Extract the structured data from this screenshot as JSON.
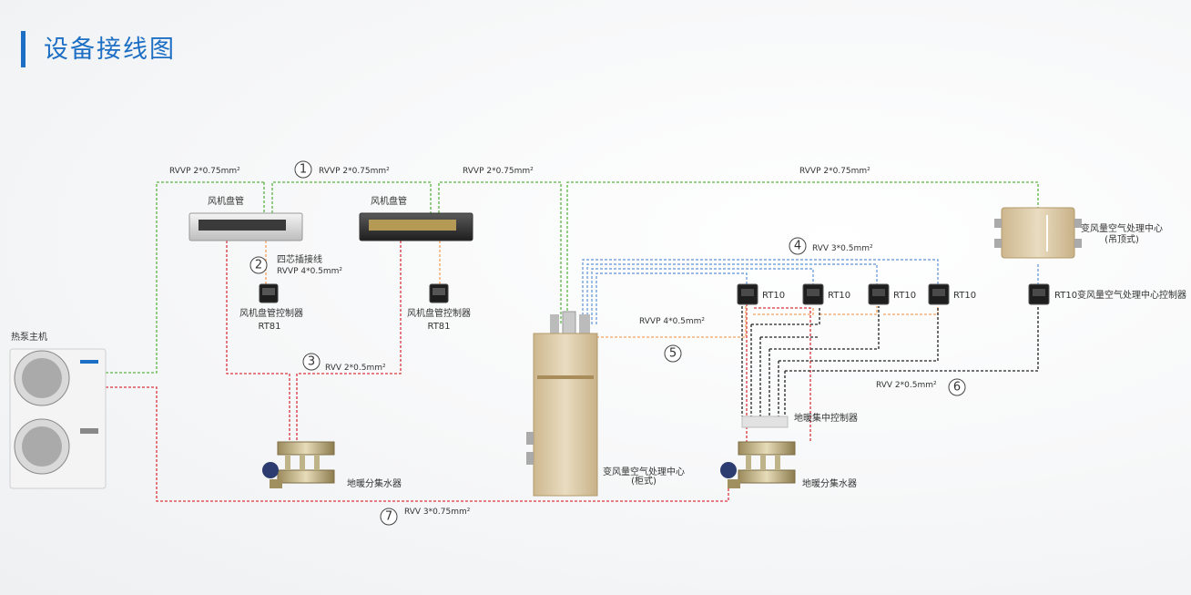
{
  "page": {
    "title": "设备接线图"
  },
  "colors": {
    "green": "#5cb545",
    "red": "#d9363e",
    "orange": "#f3a25c",
    "blue": "#5b93d6",
    "black": "#222222",
    "title": "#1c6fc4"
  },
  "devices": {
    "heat_pump": "热泵主机",
    "fcu1": "风机盘管",
    "fcu2": "风机盘管",
    "fcu_ctrl1": {
      "name": "风机盘管控制器",
      "model": "RT81"
    },
    "fcu_ctrl2": {
      "name": "风机盘管控制器",
      "model": "RT81"
    },
    "four_core": "四芯插接线",
    "ahu_cabinet": {
      "line1": "变风量空气处理中心",
      "line2": "(柜式)"
    },
    "ahu_ceiling": {
      "line1": "变风量空气处理中心",
      "line2": "(吊顶式)"
    },
    "ahu_ceiling_ctrl": "变风量空气处理中心控制器",
    "rt10": [
      "RT10",
      "RT10",
      "RT10",
      "RT10",
      "RT10"
    ],
    "floor_central": "地暖集中控制器",
    "manifold1": "地暖分集水器",
    "manifold2": "地暖分集水器"
  },
  "cables": {
    "c_top_left": "RVVP 2*0.75mm²",
    "c1": "RVVP 2*0.75mm²",
    "c_top_mid": "RVVP 2*0.75mm²",
    "c_top_right": "RVVP 2*0.75mm²",
    "c2": "RVVP 4*0.5mm²",
    "c3": "RVV 2*0.5mm²",
    "c4": "RVV 3*0.5mm²",
    "c5": "RVVP 4*0.5mm²",
    "c6": "RVV 2*0.5mm²",
    "c7": "RVV 3*0.75mm²"
  },
  "markers": [
    "1",
    "2",
    "3",
    "4",
    "5",
    "6",
    "7"
  ]
}
